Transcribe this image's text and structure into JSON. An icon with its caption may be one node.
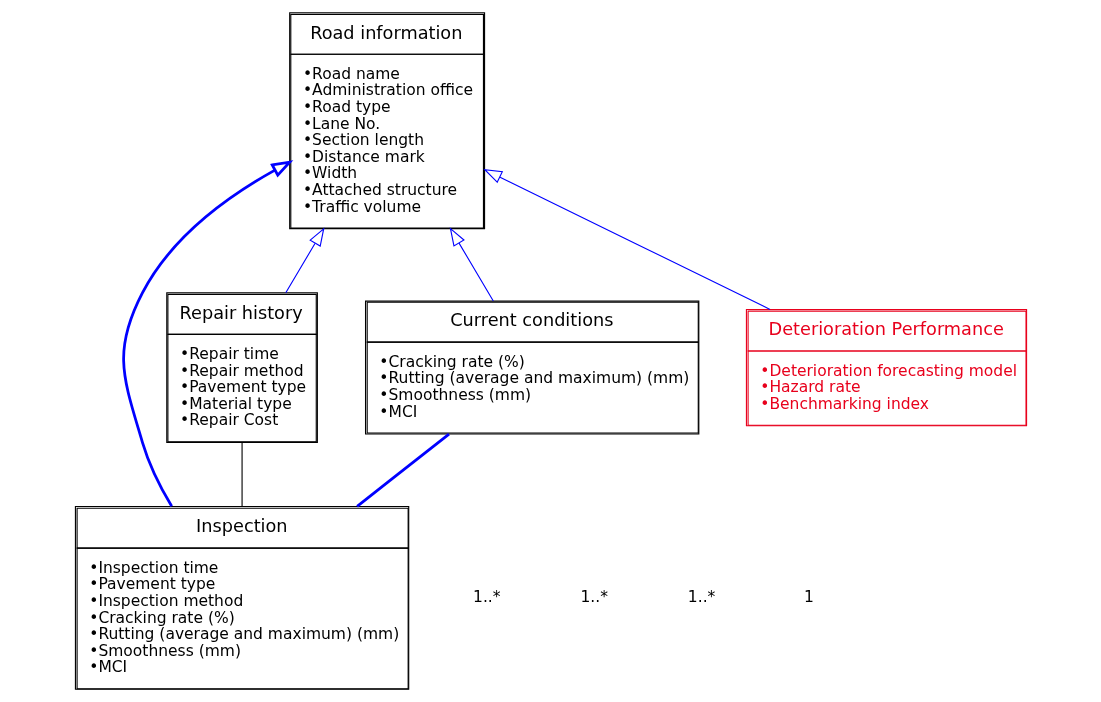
{
  "diagram": {
    "nodes": [
      {
        "text": [
          "Inspection",
          "•Inspection time",
          "•Pavement type",
          "•Inspection method",
          "•Cracking rate (%)",
          "•Rutting (average and maximum) (mm)",
          "•Smoothness (mm)",
          "•MCI"
        ]
      },
      {
        "text": [
          "Road information",
          "•Road name",
          "•Administration office",
          "•Road type",
          "•Lane No.",
          "•Section length",
          "•Distance mark",
          "•Width",
          "•Attached structure",
          "•Traffic volume"
        ]
      },
      {
        "text": [
          "Repair history",
          "•Repair time",
          "•Repair method",
          "•Pavement type",
          "•Material type",
          "•Repair Cost"
        ]
      },
      {
        "text": [
          "Current conditions",
          "•Cracking rate (%)",
          "•Rutting (average and maximum) (mm)",
          "•Smoothness (mm)",
          "•MCI"
        ]
      },
      {
        "text": [
          "Deterioration Performance",
          "•Deterioration forecasting model",
          "•Hazard rate",
          "•Benchmarking index"
        ]
      }
    ],
    "edges": [
      {
        "from": 0,
        "to": 1,
        "arrow": "to",
        "style": "thick"
      },
      {
        "from": 2,
        "to": 1,
        "arrow": "to"
      },
      {
        "from": 0,
        "to": 2,
        "arrow": "none",
        "color": "#000000"
      },
      {
        "from": 0,
        "to": 3,
        "arrow": "none",
        "style": "thick"
      },
      {
        "from": 3,
        "to": 1,
        "arrow": "to"
      },
      {
        "from": 4,
        "to": 1,
        "arrow": "to"
      }
    ],
    "labels": [
      "1..*",
      "1..*",
      "1..*",
      "1"
    ]
  }
}
